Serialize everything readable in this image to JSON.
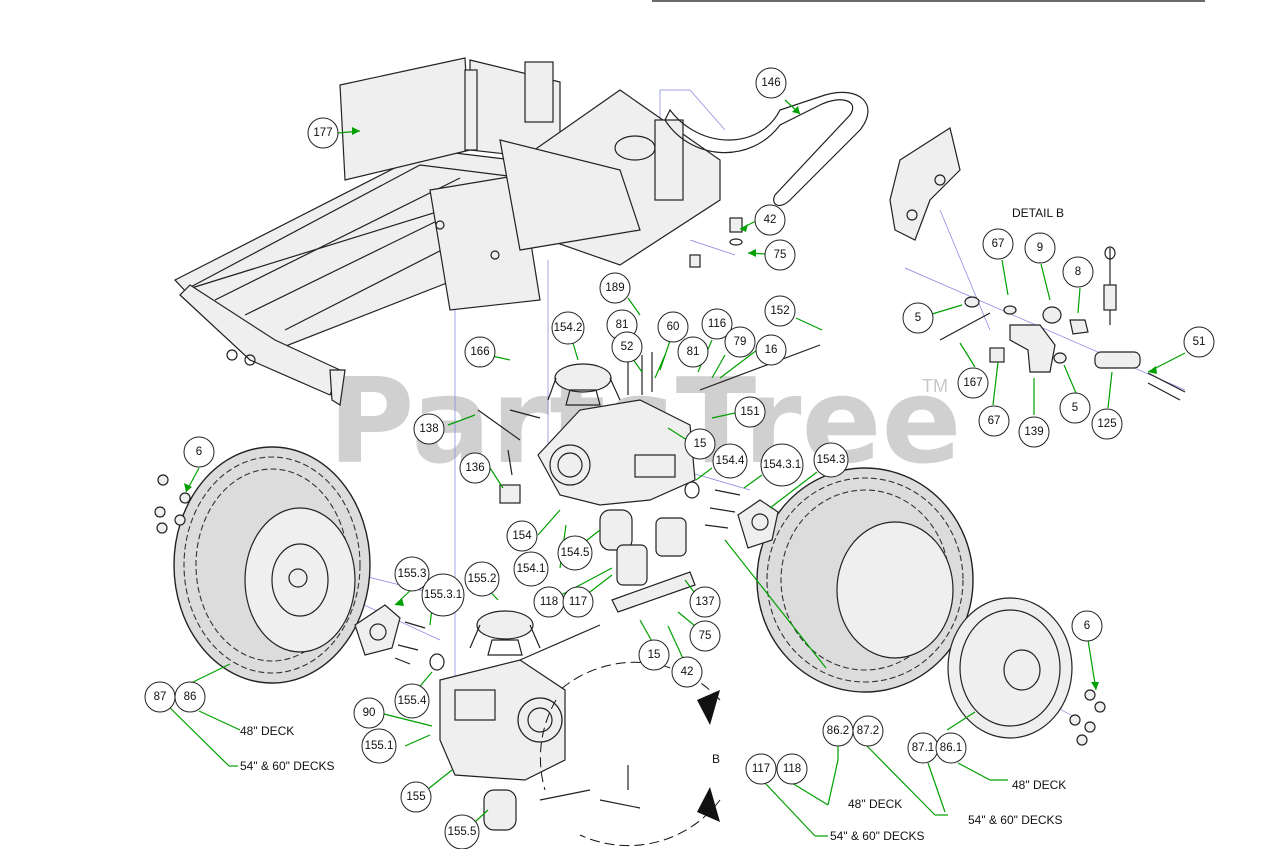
{
  "watermark": {
    "text": "PartsTree",
    "mark": "TM"
  },
  "detail_label": "DETAIL  B",
  "detail_view_letter": "B",
  "deck_notes": {
    "left_48": "48\" DECK",
    "left_54_60": "54\" & 60\" DECKS",
    "mid_48": "48\" DECK",
    "mid_54_60": "54\" & 60\" DECKS",
    "right_48": "48\" DECK",
    "right_54_60": "54\" & 60\" DECKS",
    "bottom_54_60": "54\" & 60\" DECKS"
  },
  "colors": {
    "leader": "#00a000",
    "guide": "#8080e0",
    "outline": "#222222"
  },
  "callouts": [
    {
      "label": "146"
    },
    {
      "label": "177"
    },
    {
      "label": "42"
    },
    {
      "label": "75"
    },
    {
      "label": "189"
    },
    {
      "label": "152"
    },
    {
      "label": "154.2"
    },
    {
      "label": "81"
    },
    {
      "label": "60"
    },
    {
      "label": "116"
    },
    {
      "label": "52"
    },
    {
      "label": "81"
    },
    {
      "label": "79"
    },
    {
      "label": "16"
    },
    {
      "label": "166"
    },
    {
      "label": "151"
    },
    {
      "label": "138"
    },
    {
      "label": "15"
    },
    {
      "label": "6"
    },
    {
      "label": "136"
    },
    {
      "label": "154.4"
    },
    {
      "label": "154.3.1"
    },
    {
      "label": "154.3"
    },
    {
      "label": "154"
    },
    {
      "label": "154.5"
    },
    {
      "label": "154.1"
    },
    {
      "label": "155.3"
    },
    {
      "label": "155.2"
    },
    {
      "label": "155.3.1"
    },
    {
      "label": "118"
    },
    {
      "label": "117"
    },
    {
      "label": "137"
    },
    {
      "label": "75"
    },
    {
      "label": "15"
    },
    {
      "label": "42"
    },
    {
      "label": "155.4"
    },
    {
      "label": "87"
    },
    {
      "label": "86"
    },
    {
      "label": "90"
    },
    {
      "label": "155.1"
    },
    {
      "label": "155"
    },
    {
      "label": "155.5"
    },
    {
      "label": "117"
    },
    {
      "label": "118"
    },
    {
      "label": "86.2"
    },
    {
      "label": "87.2"
    },
    {
      "label": "87.1"
    },
    {
      "label": "86.1"
    },
    {
      "label": "6"
    },
    {
      "label": "67"
    },
    {
      "label": "9"
    },
    {
      "label": "8"
    },
    {
      "label": "5"
    },
    {
      "label": "51"
    },
    {
      "label": "167"
    },
    {
      "label": "67"
    },
    {
      "label": "139"
    },
    {
      "label": "5"
    },
    {
      "label": "125"
    }
  ]
}
